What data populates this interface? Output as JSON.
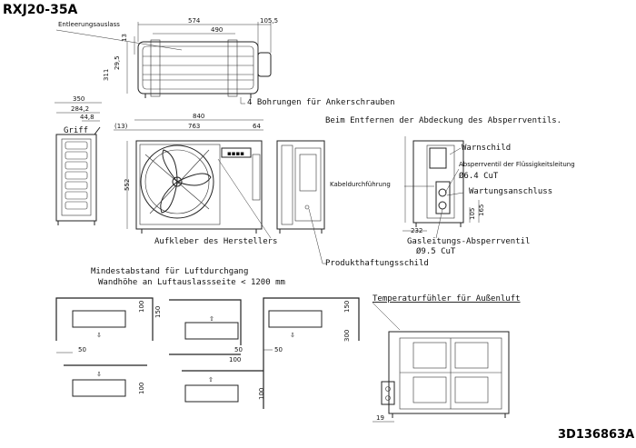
{
  "model": "RXJ20-35A",
  "document_code": "3D136863A",
  "top_view": {
    "drain_outlet_label": "Entleerungsauslass",
    "dim_574": "574",
    "dim_105_5": "105,5",
    "dim_490": "490",
    "dim_13": "13",
    "dim_29_5": "29,5",
    "dim_311": "311",
    "anchor_holes_label": "4 Bohrungen für Ankerschrauben"
  },
  "side_view": {
    "dim_350": "350",
    "dim_284_2": "284,2",
    "dim_44_8": "44,8",
    "handle_label": "Griff"
  },
  "front_view": {
    "dim_840": "840",
    "dim_763": "763",
    "dim_13": "(13)",
    "dim_64": "64",
    "dim_552": "552",
    "manufacturer_sticker_label": "Aufkleber des Herstellers",
    "product_liability_label": "Produkthaftungsschild"
  },
  "valve_view": {
    "heading": "Beim Entfernen der Abdeckung des Absperrventils.",
    "warning_label": "Warnschild",
    "liquid_valve_label": "Absperrventil der Flüssigkeitsleitung",
    "liquid_valve_size": "Ø6.4 CuT",
    "service_port_label": "Wartungsanschluss",
    "cable_entry_label": "Kabeldurchführung",
    "dim_105": "105",
    "dim_165": "165",
    "dim_232": "232",
    "gas_valve_label": "Gasleitungs-Absperrventil",
    "gas_valve_size": "Ø9.5 CuT"
  },
  "clearance": {
    "title_line1": "Mindestabstand für Luftdurchgang",
    "title_line2": "Wandhöhe an Luftauslassseite < 1200 mm",
    "dims": [
      "100",
      "150",
      "50",
      "100",
      "50",
      "150",
      "300",
      "50",
      "100",
      "100"
    ]
  },
  "rear_view": {
    "temp_sensor_label": "Temperaturfühler für Außenluft",
    "dim_19": "19"
  }
}
